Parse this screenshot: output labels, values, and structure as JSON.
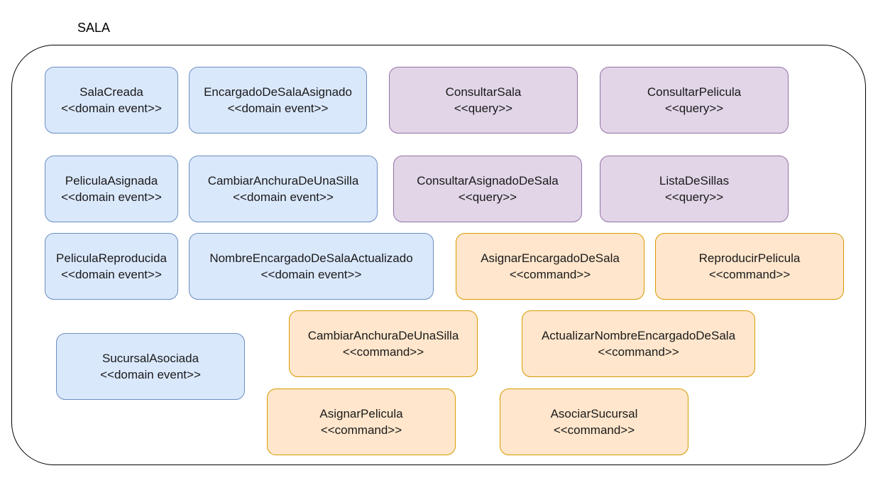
{
  "diagram": {
    "title": "SALA",
    "colors": {
      "event_fill": "#dae8fc",
      "event_border": "#6c8ebf",
      "query_fill": "#e1d5e7",
      "query_border": "#9673a6",
      "command_fill": "#ffe6cc",
      "command_border": "#d79b00"
    },
    "elements": {
      "sala_creada": {
        "name": "SalaCreada",
        "stereotype": "<<domain event>>"
      },
      "encargado_de_sala_asignado": {
        "name": "EncargadoDeSalaAsignado",
        "stereotype": "<<domain event>>"
      },
      "consultar_sala": {
        "name": "ConsultarSala",
        "stereotype": "<<query>>"
      },
      "consultar_pelicula": {
        "name": "ConsultarPelicula",
        "stereotype": "<<query>>"
      },
      "pelicula_asignada": {
        "name": "PeliculaAsignada",
        "stereotype": "<<domain event>>"
      },
      "cambiar_anchura_event": {
        "name": "CambiarAnchuraDeUnaSilla",
        "stereotype": "<<domain event>>"
      },
      "consultar_asignado_de_sala": {
        "name": "ConsultarAsignadoDeSala",
        "stereotype": "<<query>>"
      },
      "lista_de_sillas": {
        "name": "ListaDeSillas",
        "stereotype": "<<query>>"
      },
      "pelicula_reproducida": {
        "name": "PeliculaReproducida",
        "stereotype": "<<domain event>>"
      },
      "nombre_encargado_actualizado": {
        "name": "NombreEncargadoDeSalaActualizado",
        "stereotype": "<<domain event>>"
      },
      "asignar_encargado_de_sala": {
        "name": "AsignarEncargadoDeSala",
        "stereotype": "<<command>>"
      },
      "reproducir_pelicula": {
        "name": "ReproducirPelicula",
        "stereotype": "<<command>>"
      },
      "sucursal_asociada": {
        "name": "SucursalAsociada",
        "stereotype": "<<domain event>>"
      },
      "cambiar_anchura_command": {
        "name": "CambiarAnchuraDeUnaSilla",
        "stereotype": "<<command>>"
      },
      "actualizar_nombre_encargado": {
        "name": "ActualizarNombreEncargadoDeSala",
        "stereotype": "<<command>>"
      },
      "asignar_pelicula": {
        "name": "AsignarPelicula",
        "stereotype": "<<command>>"
      },
      "asociar_sucursal": {
        "name": "AsociarSucursal",
        "stereotype": "<<command>>"
      }
    }
  }
}
